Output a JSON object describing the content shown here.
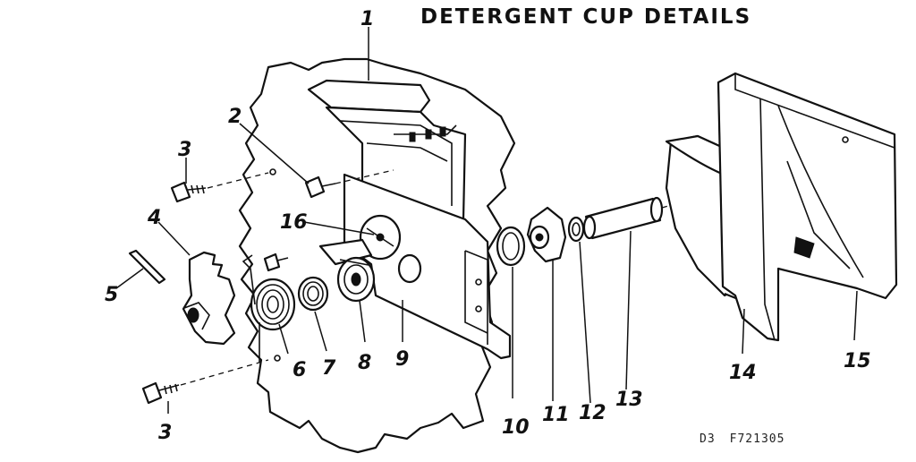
{
  "title": "DETERGENT CUP DETAILS",
  "footer": {
    "code_a": "D3",
    "code_b": "F721305"
  },
  "callouts": {
    "c1": "1",
    "c2": "2",
    "c3a": "3",
    "c3b": "3",
    "c4": "4",
    "c5": "5",
    "c6": "6",
    "c7": "7",
    "c8": "8",
    "c9": "9",
    "c10": "10",
    "c11": "11",
    "c12": "12",
    "c13": "13",
    "c14": "14",
    "c15": "15",
    "c16": "16"
  }
}
